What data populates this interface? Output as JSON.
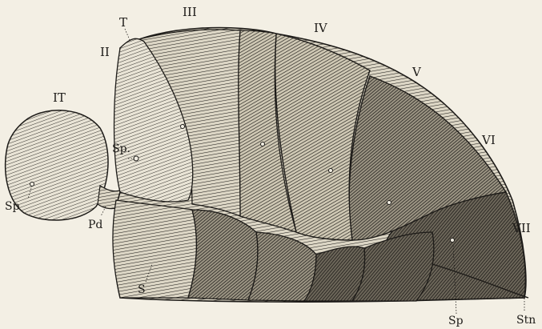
{
  "figure": {
    "ink_color": "#1d1b18",
    "paper_color": "#f3efe4",
    "labels": {
      "it": "IT",
      "t": "T",
      "seg_ii": "II",
      "seg_iii": "III",
      "seg_iv": "IV",
      "seg_v": "V",
      "seg_vi": "VI",
      "seg_vii": "VII",
      "sp_left": "Sp",
      "sp_upper": "Sp.",
      "sp_lower": "Sp",
      "pd": "Pd",
      "s": "S",
      "stn": "Stn"
    }
  }
}
